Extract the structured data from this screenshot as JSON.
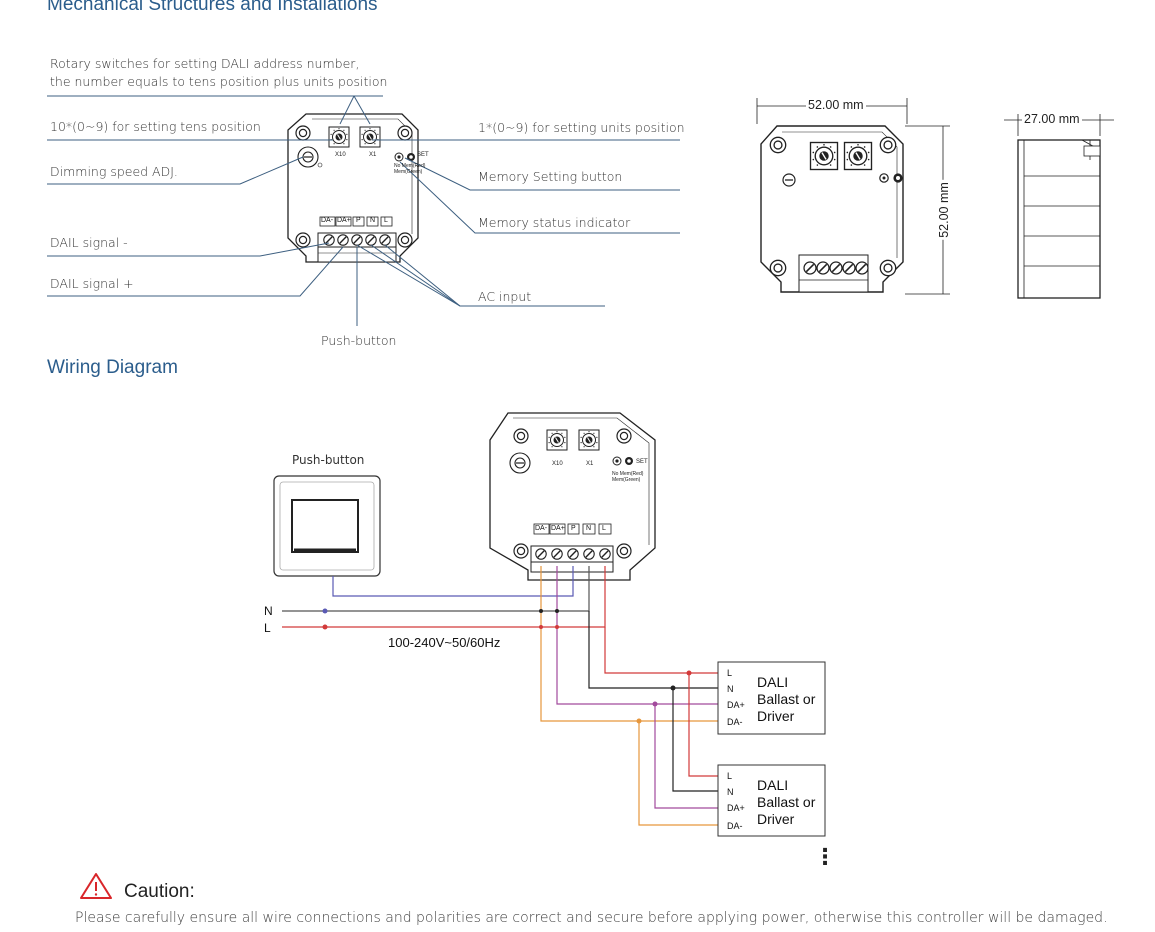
{
  "sections": {
    "mechanical_title": "Mechanical Structures and Installations",
    "wiring_title": "Wiring Diagram"
  },
  "callouts": {
    "rotary_line1": "Rotary switches for setting DALI address number,",
    "rotary_line2": "the number equals to tens position plus units position",
    "tens": "10*(0~9) for setting tens position",
    "units": "1*(0~9) for setting units position",
    "dimming": "Dimming speed ADJ.",
    "memory_button": "Memory Setting button",
    "memory_indicator": "Memory status indicator",
    "dali_minus": "DAIL signal  -",
    "dali_plus": "DAIL signal +",
    "ac_input": "AC input",
    "push_button": "Push-button"
  },
  "device": {
    "x10": "X10",
    "x1": "X1",
    "set": "SET",
    "mem_line1": "No Mem(Red)",
    "mem_line2": "Mem(Green)",
    "terminals": [
      "DA-",
      "DA+",
      "P",
      "N",
      "L"
    ]
  },
  "dimensions": {
    "width": "52.00 mm",
    "height": "52.00 mm",
    "depth": "27.00 mm"
  },
  "wiring": {
    "push_button": "Push-button",
    "n_label": "N",
    "l_label": "L",
    "voltage": "100-240V~50/60Hz",
    "ballast_pins": [
      "L",
      "N",
      "DA+",
      "DA-"
    ],
    "ballast_line1": "DALI",
    "ballast_line2": "Ballast or",
    "ballast_line3": "Driver",
    "more": "⋮"
  },
  "caution": {
    "title": "Caution:",
    "text": "Please carefully ensure all wire connections and polarities are correct and secure before applying power, otherwise this controller will be damaged."
  },
  "colors": {
    "title_blue": "#2b5d8c",
    "callout_line": "#3d5f80",
    "wire_red": "#d23a3a",
    "wire_black": "#222222",
    "wire_purple": "#a24a9c",
    "wire_orange": "#e6963c",
    "wire_blue": "#5a5ab4",
    "caution_red": "#d9262a"
  }
}
